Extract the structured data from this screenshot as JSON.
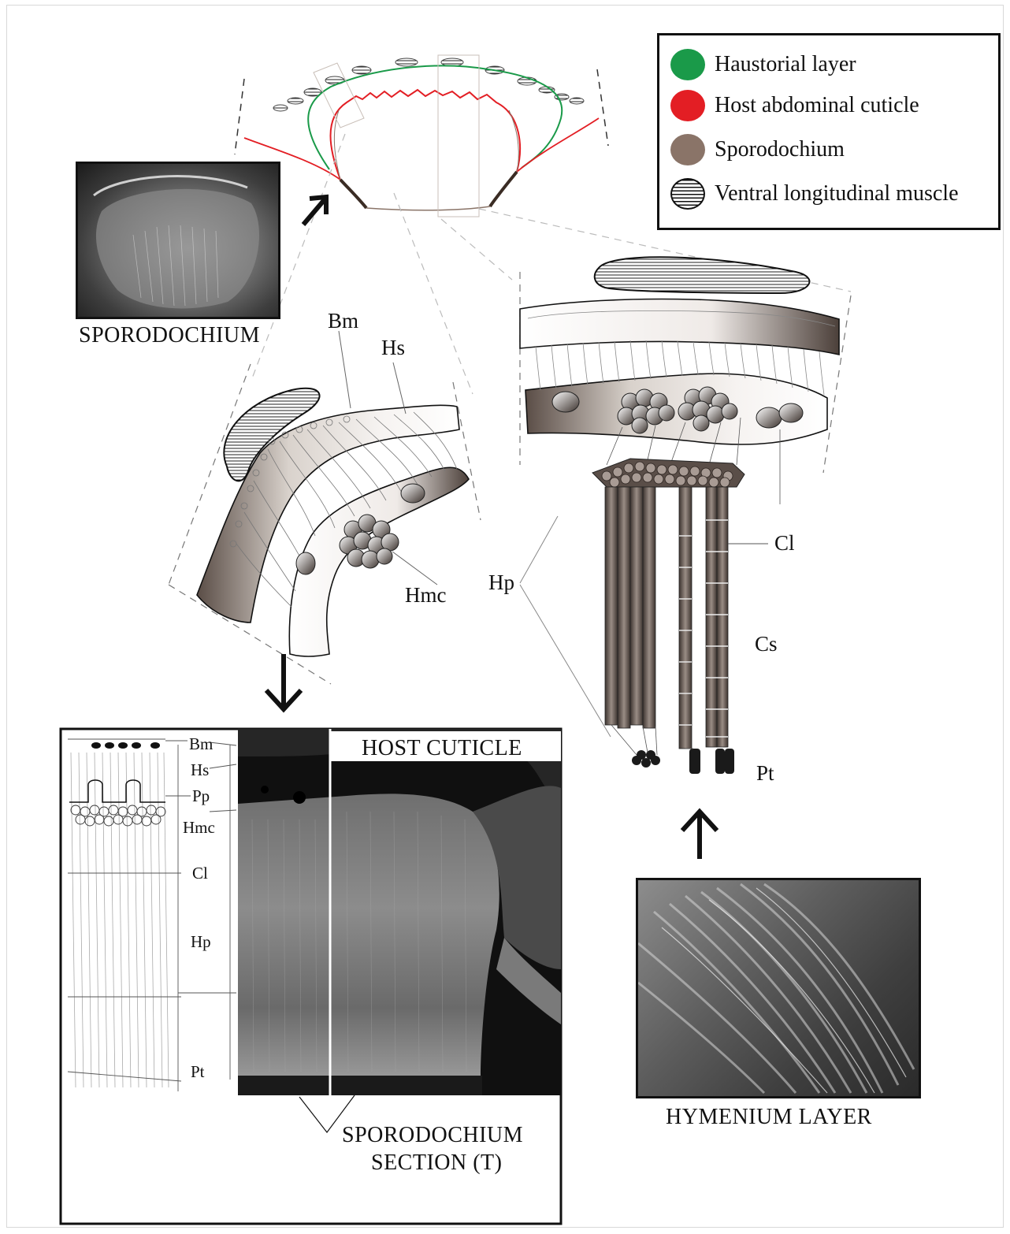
{
  "legend": {
    "items": [
      {
        "label": "Haustorial layer",
        "color": "#1a9a49",
        "swatch": "solid"
      },
      {
        "label": "Host abdominal cuticle",
        "color": "#e31e24",
        "swatch": "solid"
      },
      {
        "label": "Sporodochium",
        "color": "#8a7468",
        "swatch": "solid"
      },
      {
        "label": "Ventral longitudinal muscle",
        "color": "#ffffff",
        "swatch": "striped"
      }
    ]
  },
  "captions": {
    "sporodochium": "SPORODOCHIUM",
    "hymenium": "HYMENIUM LAYER",
    "host_cuticle": "HOST CUTICLE",
    "section_line1": "SPORODOCHIUM",
    "section_line2": "SECTION (T)"
  },
  "labels": {
    "bm": "Bm",
    "hs": "Hs",
    "hmc": "Hmc",
    "hp": "Hp",
    "cl": "Cl",
    "cs": "Cs",
    "pt": "Pt"
  },
  "section_labels": {
    "bm": "Bm",
    "hs": "Hs",
    "pp": "Pp",
    "hmc": "Hmc",
    "cl": "Cl",
    "hp": "Hp",
    "pt": "Pt"
  },
  "colors": {
    "haustorial": "#1a9a49",
    "cuticle": "#e31e24",
    "sporodochium": "#8a7468",
    "ink": "#111111"
  }
}
